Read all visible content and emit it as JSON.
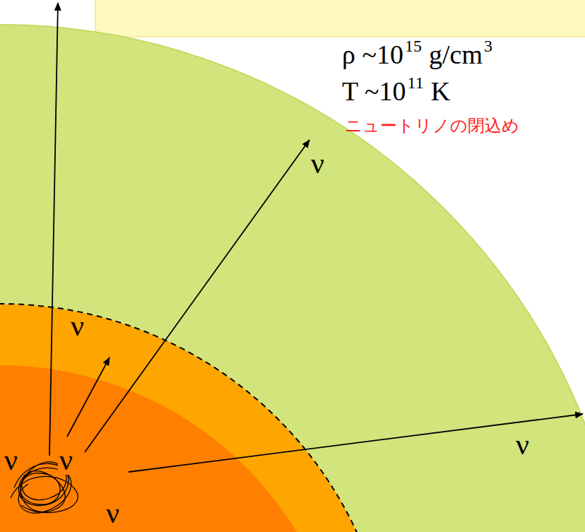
{
  "diagram": {
    "labels": [
      "ρ ~10",
      "15",
      "g/cm",
      "3",
      "T ~10",
      "11",
      "K",
      "ニュートリノの閉込め",
      "ν",
      "ν",
      "ν",
      "ν",
      "ν",
      "ν"
    ]
  }
}
